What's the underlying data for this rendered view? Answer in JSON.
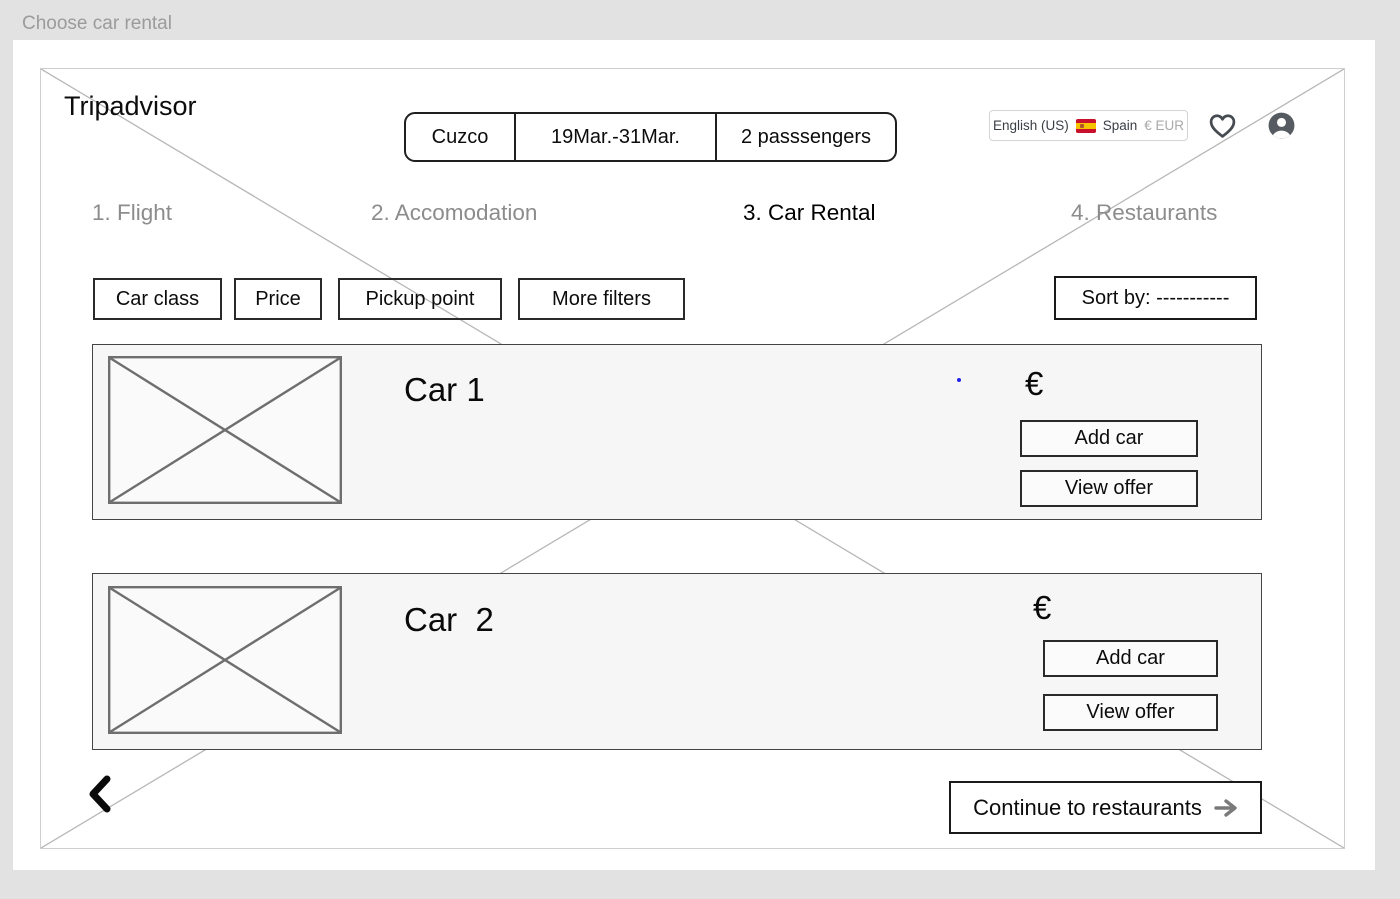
{
  "page": {
    "label": "Choose car rental"
  },
  "header": {
    "brand": "Tripadvisor",
    "search": {
      "destination": "Cuzco",
      "dates": "19Mar.-31Mar.",
      "passengers": "2 passsengers"
    },
    "locale": {
      "language": "English (US)",
      "country": "Spain",
      "currency": "€ EUR",
      "flag_icon": "spain-flag"
    },
    "icons": {
      "favorites": "heart-icon",
      "account": "profile-icon"
    }
  },
  "steps": [
    {
      "label": "1. Flight",
      "active": false
    },
    {
      "label": "2. Accomodation",
      "active": false
    },
    {
      "label": "3. Car Rental",
      "active": true
    },
    {
      "label": "4. Restaurants",
      "active": false
    }
  ],
  "filters": [
    {
      "label": "Car class"
    },
    {
      "label": "Price"
    },
    {
      "label": "Pickup point"
    },
    {
      "label": "More filters"
    }
  ],
  "sort": {
    "label": "Sort by: -----------"
  },
  "cars": [
    {
      "name": "Car 1",
      "currency": "€",
      "add_label": "Add car",
      "view_label": "View offer",
      "image_icon": "image-placeholder"
    },
    {
      "name": "Car  2",
      "currency": "€",
      "add_label": "Add car",
      "view_label": "View offer",
      "image_icon": "image-placeholder"
    }
  ],
  "footer": {
    "back_icon": "chevron-left-icon",
    "continue_label": "Continue to restaurants",
    "arrow_icon": "arrow-right-icon"
  },
  "colors": {
    "page_background": "#e2e2e2",
    "canvas": "#ffffff",
    "wireframe_line": "#b7b7b7",
    "card_background": "#f6f6f6",
    "step_inactive": "#8c8c8c",
    "step_active": "#000000",
    "muted_text": "#a9a9a9",
    "stray_dot_blue": "#2121e8",
    "flag_red": "#c8102e",
    "flag_yellow": "#f6c300"
  }
}
